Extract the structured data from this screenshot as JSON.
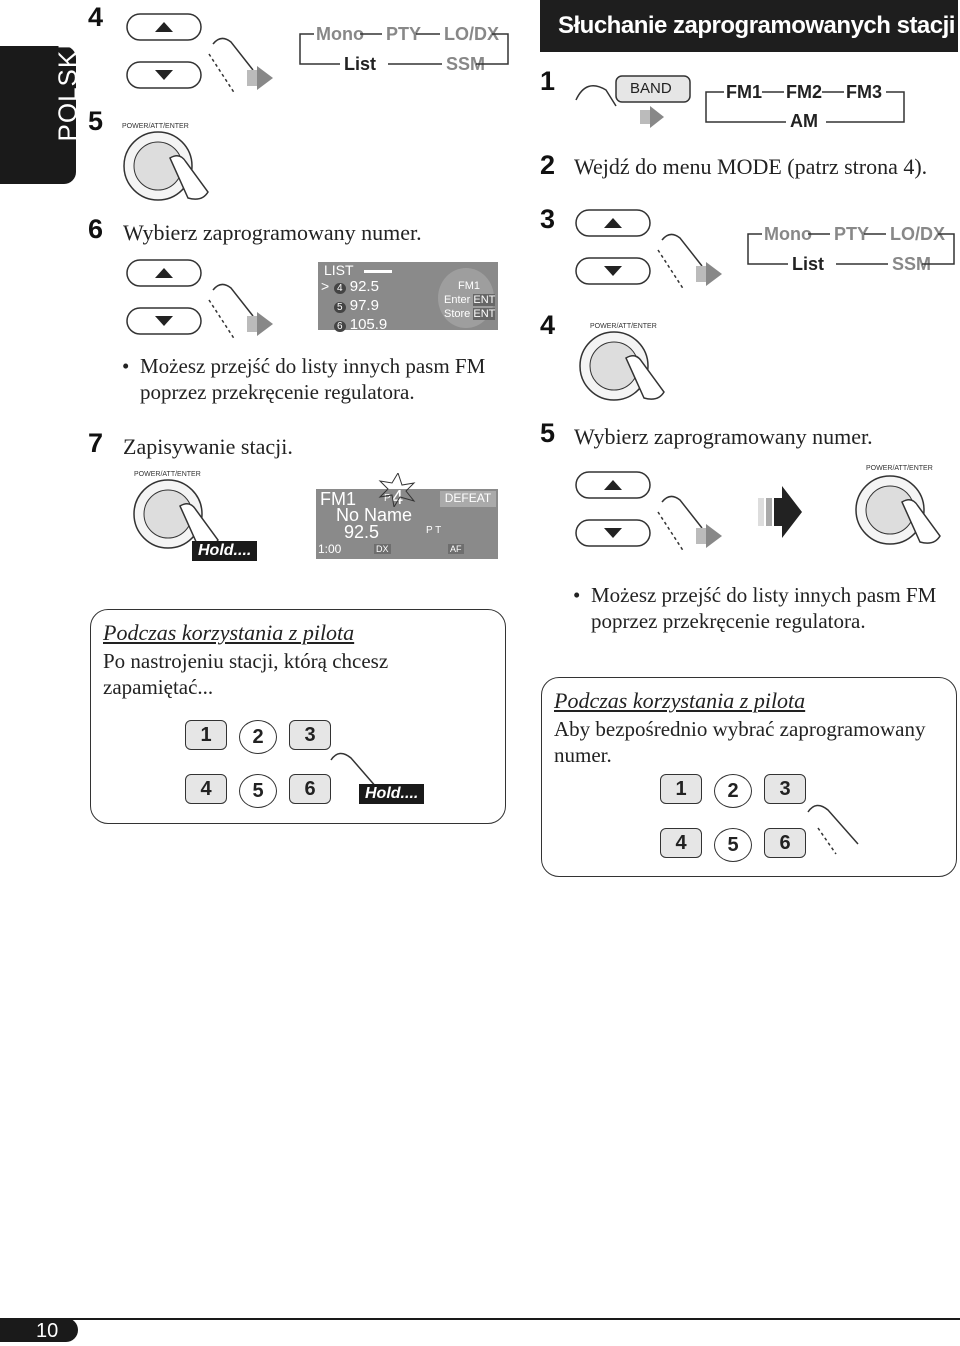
{
  "side_tab": "POLSKI",
  "page_number": "10",
  "left": {
    "step4": "4",
    "step5": "5",
    "flow": {
      "mono": "Mono",
      "pty": "PTY",
      "lodx": "LO/DX",
      "list": "List",
      "ssm": "SSM"
    },
    "knob_label": "POWER/ATT/ENTER",
    "step6_num": "6",
    "step6_text": "Wybierz zaprogramowany numer.",
    "list_lcd": {
      "title": "LIST",
      "rows": [
        {
          "n": "4",
          "freq": "92.5"
        },
        {
          "n": "5",
          "freq": "97.9"
        },
        {
          "n": "6",
          "freq": "105.9"
        }
      ],
      "band": "FM1",
      "enter": "Enter",
      "store": "Store",
      "ent": "ENT"
    },
    "bullet": "Możesz przejść do listy innych pasm FM poprzez przekręcenie regulatora.",
    "step7_num": "7",
    "step7_text": "Zapisywanie stacji.",
    "hold": "Hold....",
    "store_lcd": {
      "band": "FM1",
      "preset": "4",
      "p": "P",
      "defeat": "DEFEAT",
      "name": "No Name",
      "freq": "92.5",
      "time": "1:00",
      "dx": "DX",
      "af": "AF",
      "pt": "P T"
    },
    "remote_box": {
      "title": "Podczas korzystania z pilota",
      "text": "Po nastrojeniu stacji, którą chcesz zapamiętać...",
      "keys": [
        "1",
        "2",
        "3",
        "4",
        "5",
        "6"
      ],
      "hold": "Hold...."
    }
  },
  "right": {
    "section_title": "Słuchanie zaprogramowanych stacji",
    "step1": "1",
    "band_button": "BAND",
    "band_flow": {
      "fm1": "FM1",
      "fm2": "FM2",
      "fm3": "FM3",
      "am": "AM"
    },
    "step2_num": "2",
    "step2_text": "Wejdź do menu MODE (patrz strona 4).",
    "step3": "3",
    "step4": "4",
    "flow": {
      "mono": "Mono",
      "pty": "PTY",
      "lodx": "LO/DX",
      "list": "List",
      "ssm": "SSM"
    },
    "knob_label": "POWER/ATT/ENTER",
    "step5_num": "5",
    "step5_text": "Wybierz zaprogramowany numer.",
    "bullet": "Możesz przejść do listy innych pasm FM poprzez przekręcenie regulatora.",
    "remote_box": {
      "title": "Podczas korzystania z pilota",
      "text": "Aby bezpośrednio wybrać zaprogramowany numer.",
      "keys": [
        "1",
        "2",
        "3",
        "4",
        "5",
        "6"
      ]
    }
  }
}
